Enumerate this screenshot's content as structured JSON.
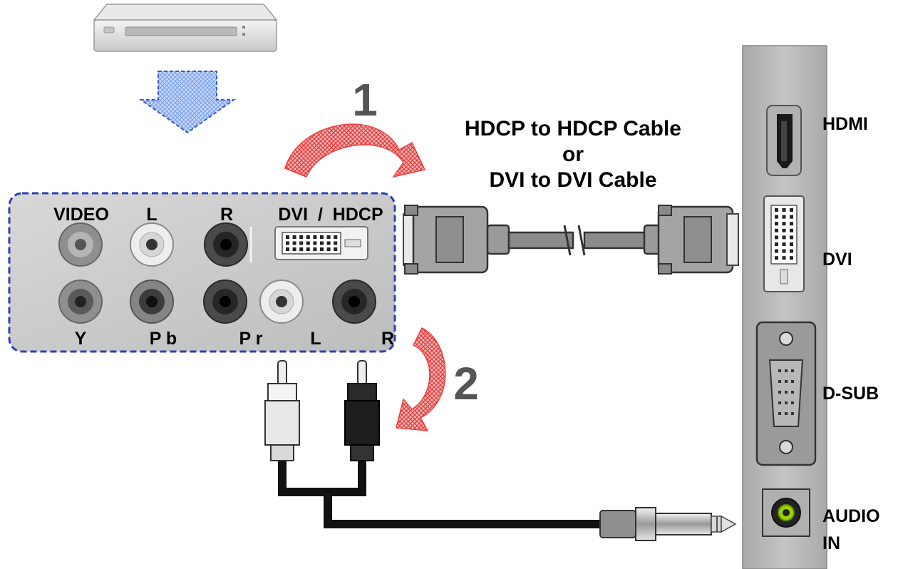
{
  "steps": {
    "one": "1",
    "two": "2"
  },
  "cable_caption": {
    "line1": "HDCP to HDCP Cable",
    "line2": "or",
    "line3": "DVI to DVI Cable"
  },
  "source_panel": {
    "top_labels": {
      "video": "VIDEO",
      "l": "L",
      "r": "R",
      "dvi_hdcp": "DVI  /  HDCP"
    },
    "bottom_labels": {
      "y": "Y",
      "pb": "P b",
      "pr": "P r",
      "l": "L",
      "r": "R"
    }
  },
  "monitor_ports": {
    "hdmi": "HDMI",
    "dvi": "DVI",
    "dsub": "D-SUB",
    "audio_line1": "AUDIO",
    "audio_line2": "IN"
  },
  "colors": {
    "panel_border": "#2f3fb0",
    "arrow_red": "#e84040",
    "down_arrow": "#9ab8f0",
    "port_gray": "#a8a8a8"
  }
}
